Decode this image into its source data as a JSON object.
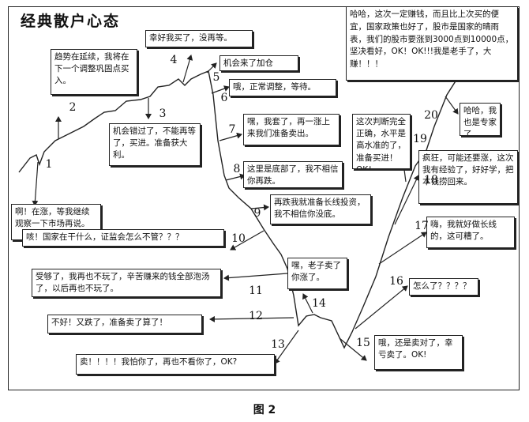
{
  "title": "经典散户心态",
  "caption": "图 2",
  "stages": [
    {
      "num": "1",
      "text": "啊！在涨，等我继续观察一下市场再说。"
    },
    {
      "num": "2",
      "text": "趋势在延续，我将在下一个调整巩固点买入。"
    },
    {
      "num": "3",
      "text": "机会错过了，不能再等了，买进。准备获大利。"
    },
    {
      "num": "4",
      "text": "幸好我买了，没再等。"
    },
    {
      "num": "5",
      "text": "机会来了加仓"
    },
    {
      "num": "6",
      "text": "哦，正常调整，等待。"
    },
    {
      "num": "7",
      "text": "嘿，我套了，再一涨上来我们准备卖出。"
    },
    {
      "num": "8",
      "text": "这里是底部了，我不相信你再跌。"
    },
    {
      "num": "9",
      "text": "再跌我就准备长线投资，我不相信你没底。"
    },
    {
      "num": "10",
      "text": "咳！国家在干什么，证监会怎么不管？？？"
    },
    {
      "num": "11",
      "text": "受够了，我再也不玩了，辛苦赚来的钱全部泡汤了，以后再也不玩了。"
    },
    {
      "num": "12",
      "text": "不好！又跌了，准备卖了算了！"
    },
    {
      "num": "13",
      "text": "卖！！！！我怕你了，再也不看你了，OK?"
    },
    {
      "num": "14",
      "text": "嘿，老子卖了你涨了。"
    },
    {
      "num": "15",
      "text": "哦，还是卖对了，幸亏卖了。OK!"
    },
    {
      "num": "16",
      "text": "怎么了？？？？"
    },
    {
      "num": "17",
      "text": "嗨，我就好做长线的，这可糟了。"
    },
    {
      "num": "18",
      "text": "疯狂，可能还要涨，这次我有经验了，好好学，把本钱捞回来。"
    },
    {
      "num": "19",
      "text": "这次判断完全正确，水平是高水准的了，准备买进！OK！"
    },
    {
      "num": "20",
      "text": "哈哈，我也是专家了。"
    },
    {
      "num": "",
      "text": "哈哈，这次一定赚钱，而且比上次买的便宜，国家政策也好了，股市是国家的晴雨表，我们的股市要涨到3000点到10000点，坚决看好，OK！OK!!!我是老手了，大赚！！！"
    }
  ]
}
